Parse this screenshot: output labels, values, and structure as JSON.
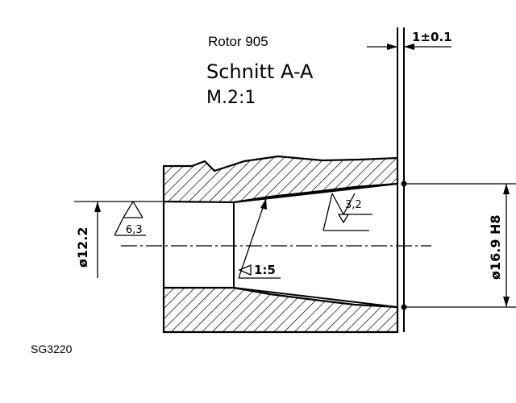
{
  "header": {
    "part_name": "Rotor 905",
    "section_title": "Schnitt A-A",
    "scale": "M.2:1"
  },
  "dimensions": {
    "wall_thickness": "1±0.1",
    "inner_diameter": "ø12.2",
    "outer_diameter": "ø16.9 H8",
    "taper": "1:5"
  },
  "surface_finish": {
    "left_roughness": "6,3",
    "right_roughness": "3,2"
  },
  "footer": {
    "figure_code": "SG3220"
  }
}
